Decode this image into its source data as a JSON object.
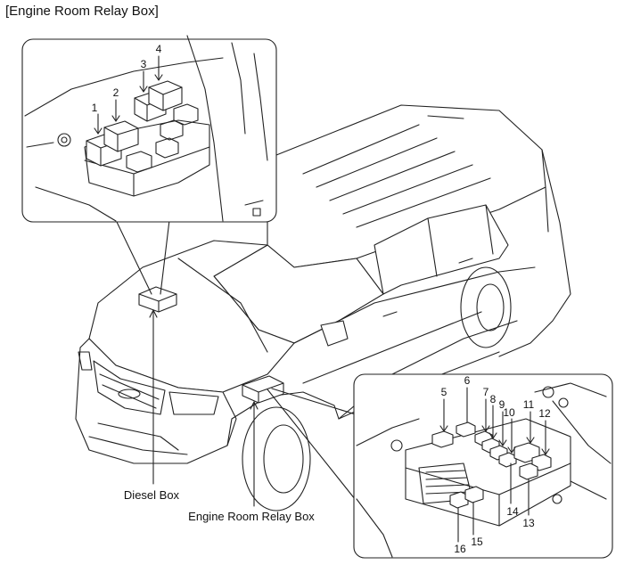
{
  "title": "[Engine Room Relay Box]",
  "labels": {
    "diesel_box": "Diesel Box",
    "engine_room_relay_box": "Engine Room Relay Box"
  },
  "callouts_upper": [
    "1",
    "2",
    "3",
    "4"
  ],
  "callouts_lower": [
    "5",
    "6",
    "7",
    "8",
    "9",
    "10",
    "11",
    "12",
    "13",
    "14",
    "15",
    "16"
  ],
  "colors": {
    "line": "#111111",
    "background": "#ffffff"
  }
}
